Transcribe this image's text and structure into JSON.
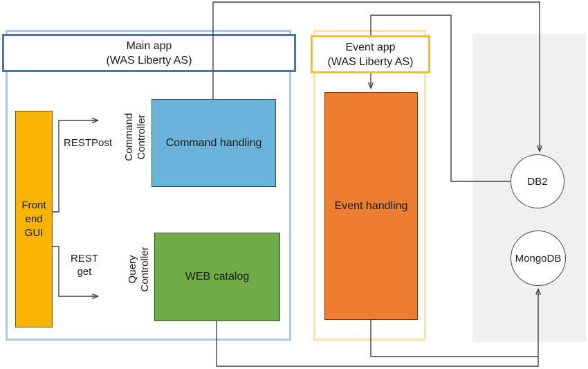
{
  "colors": {
    "main_dark": "#4472C4",
    "main_light": "#AFC7E9",
    "event_dark": "#FFC000",
    "event_light": "#FFE699",
    "gui_fill": "#F9B301",
    "cmd_fill": "#6BB3DB",
    "cat_fill": "#70AD47",
    "evt_fill": "#ED7D31",
    "panel_fill": "#F0F0F0",
    "line": "#404040",
    "text": "#1A1A1A"
  },
  "main_app": {
    "title_line1": "Main app",
    "title_line2": "(WAS Liberty AS)"
  },
  "event_app": {
    "title_line1": "Event app",
    "title_line2": "(WAS Liberty AS)"
  },
  "nodes": {
    "front_end_gui": "Front end GUI",
    "command_handling": "Command handling",
    "web_catalog": "WEB catalog",
    "event_handling": "Event handling",
    "db2": "DB2",
    "mongodb": "MongoDB"
  },
  "labels": {
    "command_controller_line1": "Command",
    "command_controller_line2": "Controller",
    "query_controller_line1": "Query",
    "query_controller_line2": "Controller",
    "rest_post": "RESTPost",
    "rest_get_line1": "REST",
    "rest_get_line2": "get"
  }
}
